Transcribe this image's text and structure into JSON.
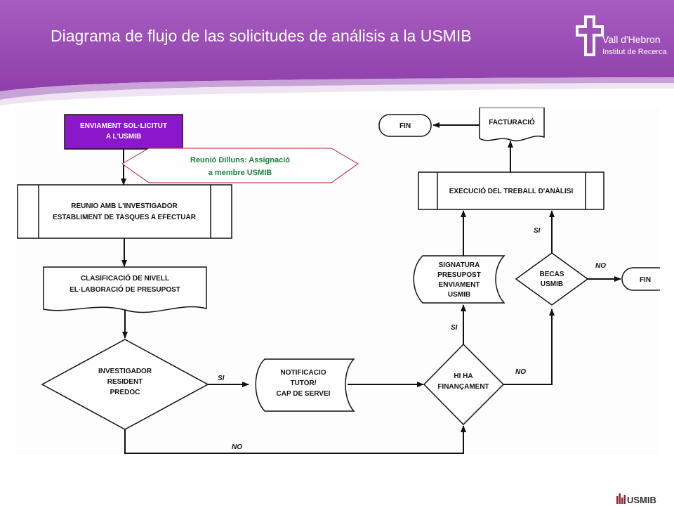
{
  "header": {
    "title": "Diagrama de flujo de las solicitudes de análisis a la USMIB",
    "logo_line1": "Vall d'Hebron",
    "logo_line2": "Institut de Recerca",
    "colors": {
      "band": "#9c4fb5",
      "band_light": "#c79ad6"
    }
  },
  "diagram": {
    "nodes": {
      "enviament": [
        "ENVIAMENT SOL·LICITUT",
        "A L'USMIB"
      ],
      "reunio_dilluns": [
        "Reunió Dilluns: Assignació",
        "a  membre USMIB"
      ],
      "reunio": [
        "REUNIO AMB L'INVESTIGADOR",
        "ESTABLIMENT DE TASQUES A EFECTUAR"
      ],
      "clasificacio": [
        "CLASIFICACIÓ DE NIVELL",
        "EL·LABORACIÓ DE PRESUPOST"
      ],
      "investigador": [
        "INVESTIGADOR",
        "RESIDENT",
        "PREDOC"
      ],
      "notificacio": [
        "NOTIFICACIO",
        "TUTOR/",
        "CAP DE SERVEI"
      ],
      "financament": [
        "HI HA",
        "FINANÇAMENT"
      ],
      "signatura": [
        "SIGNATURA",
        "PRESUPOST",
        "ENVIAMENT",
        "USMIB"
      ],
      "becas": [
        "BECAS",
        "USMIB"
      ],
      "fin_right": [
        "FIN"
      ],
      "execucio": [
        "EXECUCIÓ DEL TREBALL D'ANÀLISI"
      ],
      "facturacio": [
        "FACTURACIÓ"
      ],
      "fin_top": [
        "FIN"
      ]
    },
    "edge_labels": {
      "si_investigador": "SI",
      "no_investigador": "NO",
      "si_financament": "SI",
      "no_financament": "NO",
      "si_becas": "SI",
      "no_becas": "NO"
    },
    "colors": {
      "start_fill": "#8a17c9",
      "callout_stroke": "#b3202a",
      "callout_text": "#1a7f3c"
    }
  },
  "footer": {
    "logo_text": "USMIB"
  }
}
